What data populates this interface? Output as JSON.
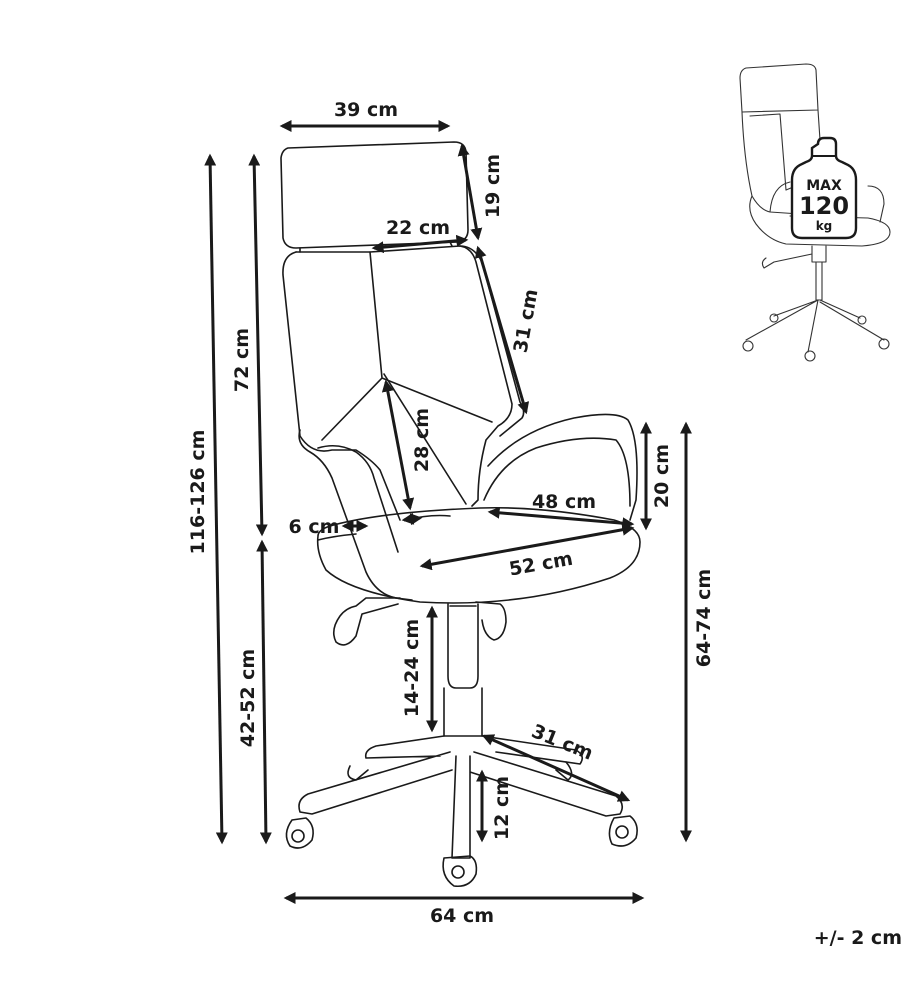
{
  "dimensions": {
    "headrest_width": "39 cm",
    "headrest_height": "19 cm",
    "backrest_inner_width": "22 cm",
    "backrest_side_height": "31 cm",
    "backrest_total_height": "72 cm",
    "total_height": "116-126 cm",
    "lumbar_height": "28 cm",
    "armrest_width": "6 cm",
    "armrest_height": "20 cm",
    "seat_width": "48 cm",
    "seat_depth": "52 cm",
    "seat_height": "42-52 cm",
    "armrest_floor_height": "64-74 cm",
    "gas_lift": "14-24 cm",
    "leg_length": "31 cm",
    "base_height": "12 cm",
    "base_width": "64 cm"
  },
  "tolerance": "+/- 2 cm",
  "max_load": {
    "label": "MAX",
    "value": "120",
    "unit": "kg"
  }
}
